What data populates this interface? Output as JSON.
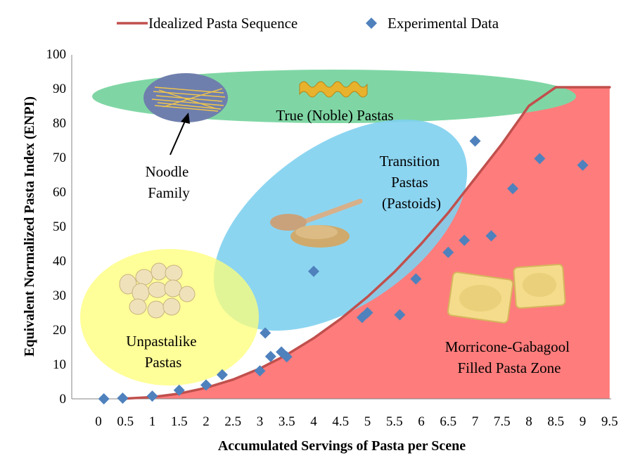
{
  "colors": {
    "curve": "#c0504d",
    "points": "#4f81bd",
    "filled_zone": "#ff7c7c",
    "noble_zone": "#7fd6a4",
    "transition_zone": "#7fd0f0",
    "unpastalike_zone": "#ffff77",
    "noodle_zone": "#6f7fad"
  },
  "chart_data": {
    "type": "scatter",
    "xlabel": "Accumulated Servings of Pasta per Scene",
    "ylabel": "Equivalent Normalized Pasta Index (ENPI)",
    "xlim": [
      0,
      9.5
    ],
    "ylim": [
      0,
      100
    ],
    "x_ticks": [
      "0",
      "0.5",
      "1",
      "1.5",
      "2",
      "2.5",
      "3",
      "3.5",
      "4",
      "4.5",
      "5",
      "5.5",
      "6",
      "6.5",
      "7",
      "7.5",
      "8",
      "8.5",
      "9",
      "9.5"
    ],
    "y_ticks": [
      "0",
      "10",
      "20",
      "30",
      "40",
      "50",
      "60",
      "70",
      "80",
      "90",
      "100"
    ],
    "grid": false,
    "legend": {
      "placement": "top",
      "entries": [
        {
          "label": "Idealized Pasta Sequence",
          "marker": "line"
        },
        {
          "label": "Experimental Data",
          "marker": "diamond"
        }
      ]
    },
    "series": [
      {
        "name": "Idealized Pasta Sequence",
        "kind": "line",
        "x": [
          0.4,
          1.0,
          1.5,
          2.0,
          2.5,
          3.0,
          3.5,
          4.0,
          4.5,
          5.0,
          5.5,
          6.0,
          6.5,
          7.0,
          7.5,
          8.0,
          8.5,
          9.0,
          9.5
        ],
        "y": [
          0,
          0.5,
          1.5,
          3.2,
          5.6,
          8.8,
          12.8,
          17.6,
          23.2,
          29.6,
          36.8,
          45.0,
          54.0,
          64.0,
          74.0,
          85.0,
          90.4,
          90.4,
          90.4
        ]
      },
      {
        "name": "Experimental Data",
        "kind": "scatter",
        "x": [
          0.1,
          0.45,
          1.0,
          1.5,
          2.0,
          2.3,
          3.0,
          3.1,
          3.2,
          3.4,
          3.5,
          4.0,
          4.9,
          5.0,
          5.6,
          5.9,
          6.5,
          6.8,
          7.0,
          7.3,
          7.7,
          8.2,
          9.0
        ],
        "y": [
          0,
          0.2,
          0.8,
          2.5,
          4.0,
          7.0,
          8.1,
          19.1,
          12.3,
          13.6,
          12.2,
          37.0,
          23.6,
          25.0,
          24.4,
          34.8,
          42.5,
          46.0,
          74.8,
          47.3,
          61.0,
          69.7,
          67.8
        ]
      }
    ],
    "annotations": [
      {
        "id": "noble",
        "lines": [
          "True (Noble) Pastas"
        ]
      },
      {
        "id": "noodle",
        "lines": [
          "Noodle",
          "Family"
        ]
      },
      {
        "id": "transition",
        "lines": [
          "Transition",
          "Pastas",
          "(Pastoids)"
        ]
      },
      {
        "id": "unpastalike",
        "lines": [
          "Unpastalike",
          "Pastas"
        ]
      },
      {
        "id": "filled",
        "lines": [
          "Morricone-Gabagool",
          "Filled Pasta Zone"
        ]
      }
    ]
  }
}
